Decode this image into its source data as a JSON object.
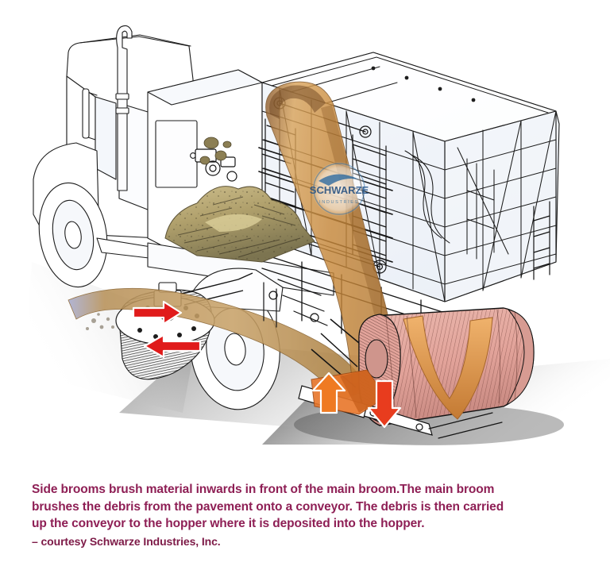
{
  "figure": {
    "kind": "technical-cutaway-illustration",
    "subject": "Street sweeper truck cutaway showing debris flow path",
    "background_color": "#ffffff",
    "line_art_color": "#1a1a1a",
    "body_fill": "#ffffff",
    "ghost_fill": "#eef2f8",
    "shadow_color": "#4a4a4a",
    "watermark": {
      "text": "SCHWARZE",
      "subtext": "INDUSTRIES",
      "color": "#2f6fa8",
      "shape": "circular-badge"
    },
    "flow_paths": [
      {
        "name": "conveyor-debris-flow",
        "label": "conveyor",
        "color": "#c98a3c"
      },
      {
        "name": "side-broom-sweep-flow",
        "label": "side broom inward sweep",
        "color": "#c39653"
      },
      {
        "name": "main-broom-cylinder",
        "label": "main broom",
        "color": "#e2a39a"
      },
      {
        "name": "main-broom-chevron",
        "label": "broom bristle chevron",
        "color": "#e8a25a"
      },
      {
        "name": "debris-pile",
        "label": "debris in hopper",
        "color": "#b7a372"
      },
      {
        "name": "pickup-wedge",
        "label": "pickup head intake",
        "color": "#e8762a"
      }
    ],
    "arrows": [
      {
        "name": "side-broom-rotation-arrow-upper",
        "direction": "right",
        "color": "#e01b1b"
      },
      {
        "name": "side-broom-rotation-arrow-lower",
        "direction": "left",
        "color": "#e01b1b"
      },
      {
        "name": "conveyor-lift-arrow",
        "direction": "up",
        "color": "#ef7a22"
      },
      {
        "name": "main-broom-throw-arrow",
        "direction": "down",
        "color": "#e83c1e"
      },
      {
        "name": "pickup-feed-arrow",
        "direction": "right",
        "color": "#e01b1b"
      }
    ],
    "components": [
      "cab",
      "exhaust-stack",
      "side-access-door",
      "front-wheel",
      "rear-wheel",
      "hopper",
      "hopper-frame",
      "conveyor-housing",
      "side-broom",
      "main-broom",
      "pickup-head",
      "ladder",
      "mirror"
    ]
  },
  "caption": {
    "lines": [
      "Side brooms brush material inwards in front of the main broom.The main broom",
      "brushes the debris from the pavement onto a conveyor. The debris is then carried",
      "up the conveyor to the hopper where it is deposited into the hopper."
    ],
    "courtesy": "– courtesy Schwarze Industries, Inc.",
    "text_color": "#8e1f55"
  }
}
